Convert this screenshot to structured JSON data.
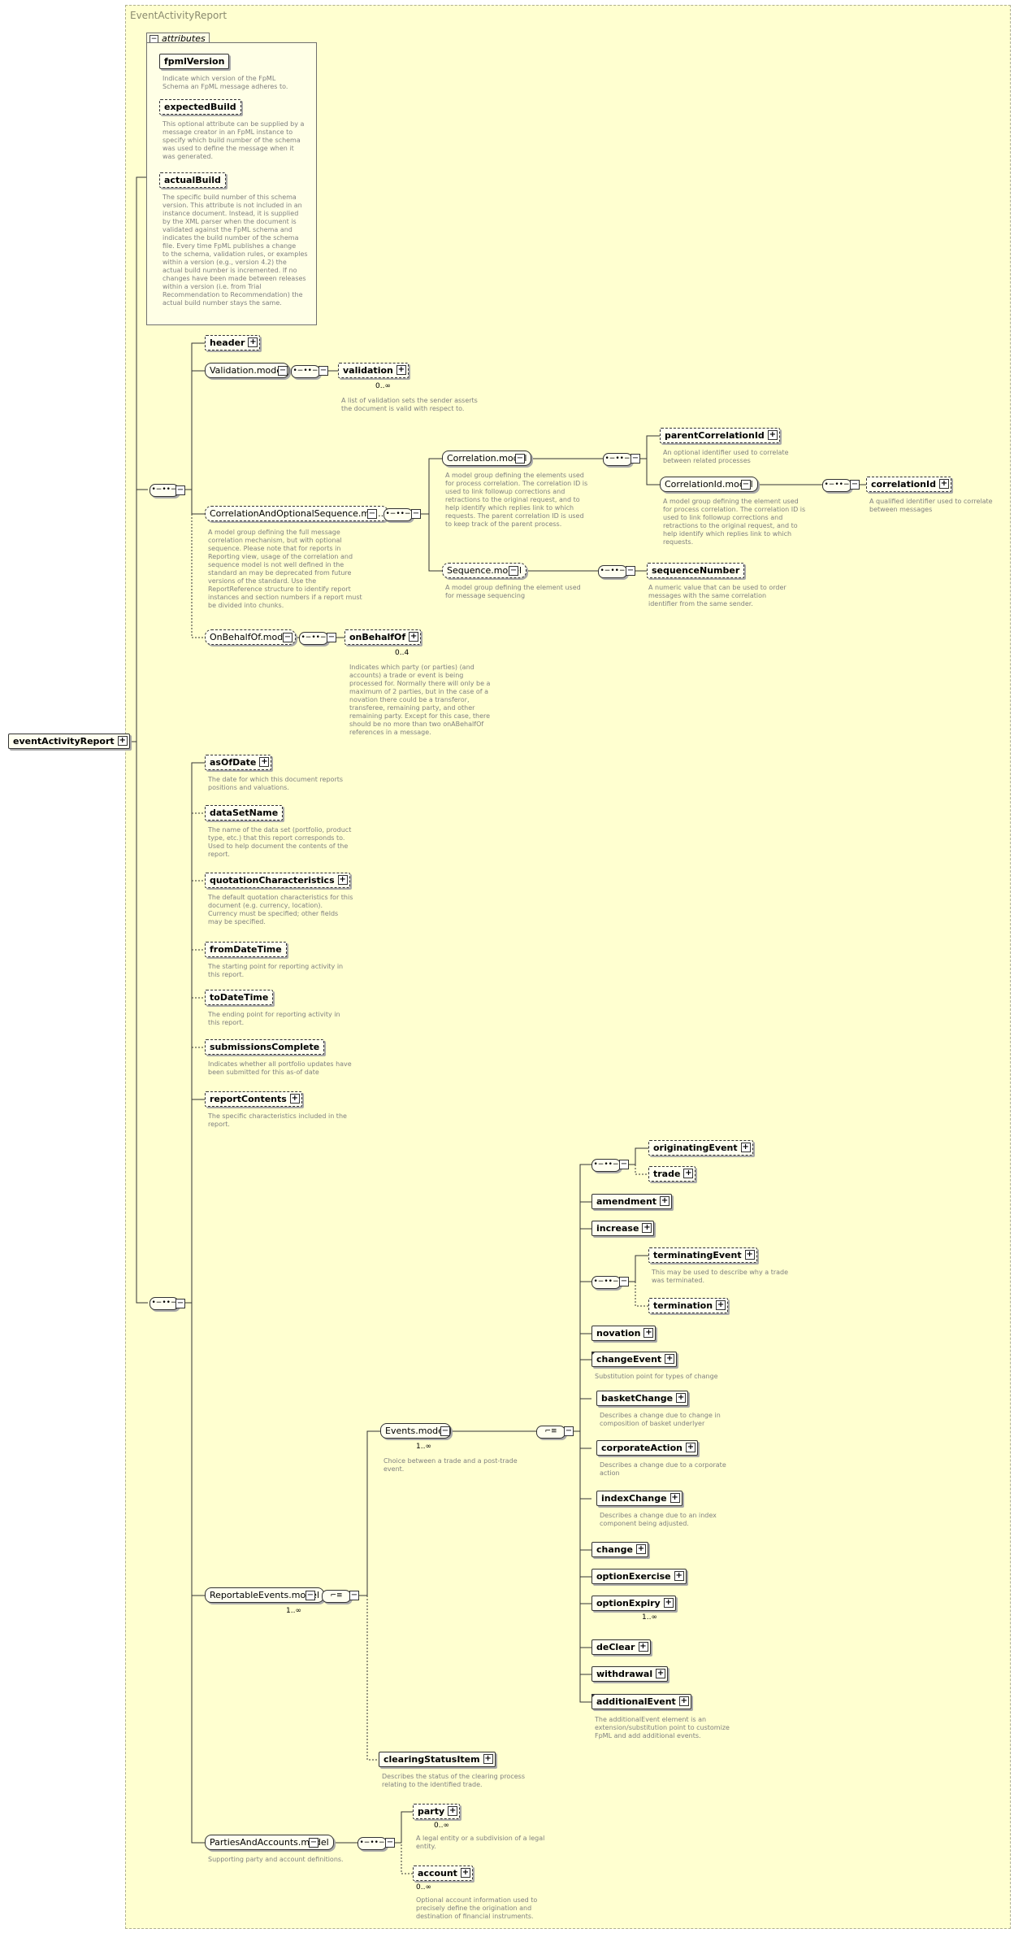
{
  "container_title": "EventActivityReport",
  "root": "eventActivityReport",
  "attributes": {
    "tab_label": "attributes",
    "items": [
      {
        "name": "fpmlVersion",
        "desc": "Indicate which version of the FpML\nSchema an FpML message adheres to."
      },
      {
        "name": "expectedBuild",
        "desc": "This optional attribute can be supplied by a\nmessage creator in an FpML instance to\nspecify which build number of the schema\nwas used to define the message when it\nwas generated."
      },
      {
        "name": "actualBuild",
        "desc": "The specific build number of this schema\nversion. This attribute is not included in an\ninstance document. Instead, it is supplied\nby the XML parser when the document is\nvalidated against the FpML schema and\nindicates the build number of the schema\nfile. Every time FpML publishes a change\nto the schema, validation rules, or examples\nwithin a version (e.g., version 4.2) the\nactual build number is incremented. If no\nchanges have been made between releases\nwithin a version (i.e. from Trial\nRecommendation to Recommendation) the\nactual build number stays the same."
      }
    ]
  },
  "nodes": {
    "header": "header",
    "validation_model": "Validation.model",
    "validation": "validation",
    "validation_occ": "0..∞",
    "validation_desc": "A list of validation sets the sender asserts\nthe document is valid with respect to.",
    "corr_opt_seq_model": "CorrelationAndOptionalSequence.mo...",
    "corr_opt_seq_desc": "A model group defining the full message\ncorrelation mechanism, but with optional\nsequence. Please note that for reports in\nReporting view, usage of the correlation and\nsequence model is not well defined in the\nstandard an may be deprecated from future\nversions of the standard. Use the\nReportReference structure to identify report\ninstances and section numbers if a report must\nbe divided into chunks.",
    "correlation_model": "Correlation.model",
    "correlation_model_desc": "A model group defining the elements used\nfor process correlation. The correlation ID is\nused to link followup corrections and\nretractions to the original request, and to\nhelp identify which replies link to which\nrequests. The parent correlation ID is used\nto keep track of the parent process.",
    "parent_correlation_id": "parentCorrelationId",
    "parent_correlation_id_desc": "An optional identifier used to correlate\nbetween related processes",
    "correlation_id_model": "CorrelationId.model",
    "correlation_id_model_desc": "A model group defining the element used\nfor process correlation. The correlation ID is\nused to link followup corrections and\nretractions to the original request, and to\nhelp identify which replies link to which\nrequests.",
    "correlation_id": "correlationId",
    "correlation_id_desc": "A qualified identifier used to correlate\nbetween messages",
    "sequence_model": "Sequence.model",
    "sequence_model_desc": "A model group defining the element used\nfor message sequencing",
    "sequence_number": "sequenceNumber",
    "sequence_number_desc": "A numeric value that can be used to order\nmessages with the same correlation\nidentifier from the same sender.",
    "on_behalf_of_model": "OnBehalfOf.model",
    "on_behalf_of": "onBehalfOf",
    "on_behalf_of_occ": "0..4",
    "on_behalf_of_desc": "Indicates which party (or parties) (and\naccounts) a trade or event is being\nprocessed for. Normally there will only be a\nmaximum of 2 parties, but in the case of a\nnovation there could be a transferor,\ntransferee, remaining party, and other\nremaining party. Except for this case, there\nshould be no more than two onABehalfOf\nreferences in a message.",
    "as_of_date": "asOfDate",
    "as_of_date_desc": "The date for which this document reports\npositions and valuations.",
    "data_set_name": "dataSetName",
    "data_set_name_desc": "The name of the data set (portfolio, product\ntype, etc.) that this report corresponds to.\nUsed to help document the contents of the\nreport.",
    "quotation_characteristics": "quotationCharacteristics",
    "quotation_characteristics_desc": "The default quotation characteristics for this\ndocument (e.g. currency, location).\nCurrency must be specified; other fields\nmay be specified.",
    "from_date_time": "fromDateTime",
    "from_date_time_desc": "The starting point for reporting activity in\nthis report.",
    "to_date_time": "toDateTime",
    "to_date_time_desc": "The ending point for reporting activity in\nthis report.",
    "submissions_complete": "submissionsComplete",
    "submissions_complete_desc": "Indicates whether all portfolio updates have\nbeen submitted for this as-of date",
    "report_contents": "reportContents",
    "report_contents_desc": "The specific characteristics included in the\nreport.",
    "reportable_events_model": "ReportableEvents.model",
    "reportable_events_occ": "1..∞",
    "events_model": "Events.model",
    "events_model_occ": "1..∞",
    "events_model_desc": "Choice between a trade and a post-trade\nevent.",
    "originating_event": "originatingEvent",
    "trade": "trade",
    "amendment": "amendment",
    "increase": "increase",
    "terminating_event": "terminatingEvent",
    "terminating_event_desc": "This may be used to describe why a trade\nwas terminated.",
    "termination": "termination",
    "novation": "novation",
    "change_event": "changeEvent",
    "change_event_desc": "Substitution point for types of change",
    "basket_change": "basketChange",
    "basket_change_desc": "Describes a change due to change in\ncomposition of basket underlyer",
    "corporate_action": "corporateAction",
    "corporate_action_desc": "Describes a change due to a corporate\naction",
    "index_change": "indexChange",
    "index_change_desc": "Describes a change due to an index\ncomponent being adjusted.",
    "change": "change",
    "option_exercise": "optionExercise",
    "option_expiry": "optionExpiry",
    "option_expiry_occ": "1..∞",
    "de_clear": "deClear",
    "withdrawal": "withdrawal",
    "additional_event": "additionalEvent",
    "additional_event_desc": "The additionalEvent element is an\nextension/substitution point to customize\nFpML and add additional events.",
    "clearing_status_item": "clearingStatusItem",
    "clearing_status_item_desc": "Describes the status of the clearing process\nrelating to the identified trade.",
    "parties_accounts_model": "PartiesAndAccounts.model",
    "parties_accounts_model_desc": "Supporting party and account definitions.",
    "party": "party",
    "party_occ": "0..∞",
    "party_desc": "A legal entity or a subdivision of a legal\nentity.",
    "account": "account",
    "account_occ": "0..∞",
    "account_desc": "Optional account information used to\nprecisely define the origination and\ndestination of financial instruments."
  }
}
